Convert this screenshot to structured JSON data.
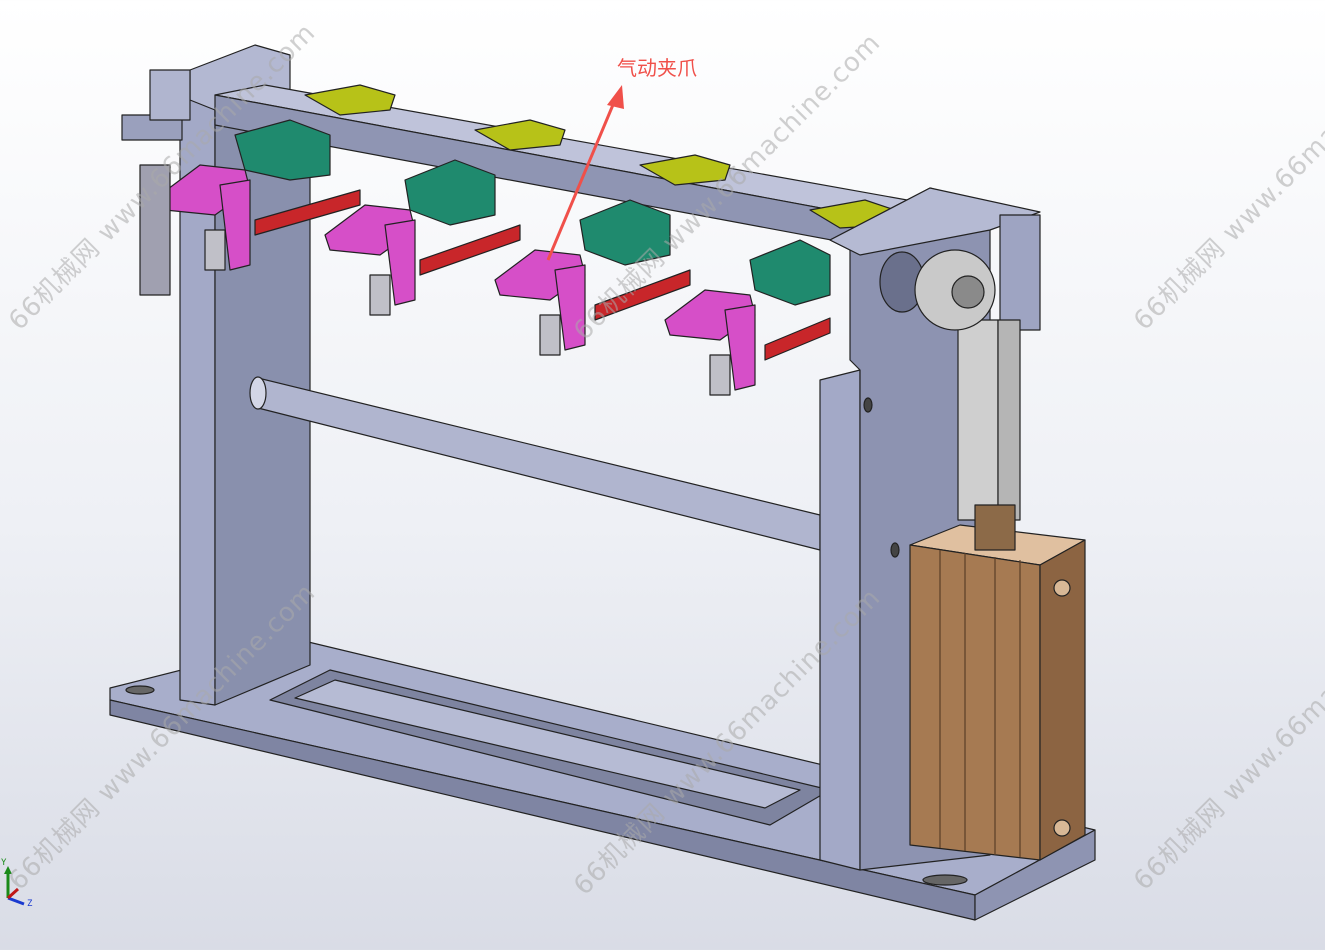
{
  "annotation": {
    "label": "气动夹爪",
    "color": "#f0504a"
  },
  "watermark": "66机械网 www.66machine.com",
  "triad": {
    "y_label": "Y",
    "z_label": "Z"
  },
  "colors": {
    "frame": "#9da3c4",
    "gripper": "#d64fc8",
    "block": "#1f8a6e",
    "rod": "#c8262a",
    "cylinder": "#a67a52",
    "yellow": "#b9c41a"
  }
}
